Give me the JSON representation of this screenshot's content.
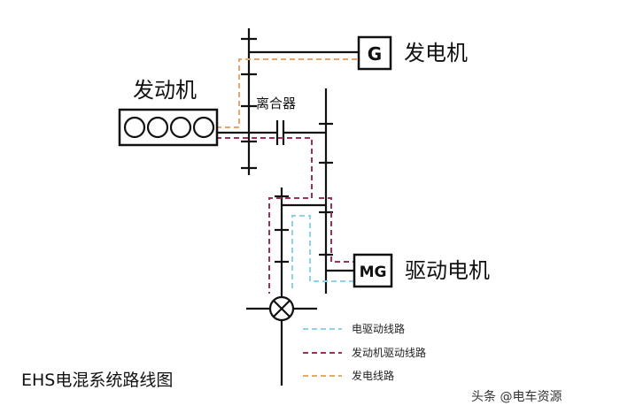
{
  "labels": {
    "engine": "发动机",
    "clutch": "离合器",
    "generator_box": "G",
    "generator": "发电机",
    "motor_box": "MG",
    "motor": "驱动电机",
    "title": "EHS电混系统路线图",
    "watermark": "头条 @电车资源"
  },
  "legend": [
    {
      "label": "电驱动线路",
      "color": "#8fd3e6"
    },
    {
      "label": "发动机驱动线路",
      "color": "#9c2f5e"
    },
    {
      "label": "发电线路",
      "color": "#e8a66b"
    }
  ]
}
